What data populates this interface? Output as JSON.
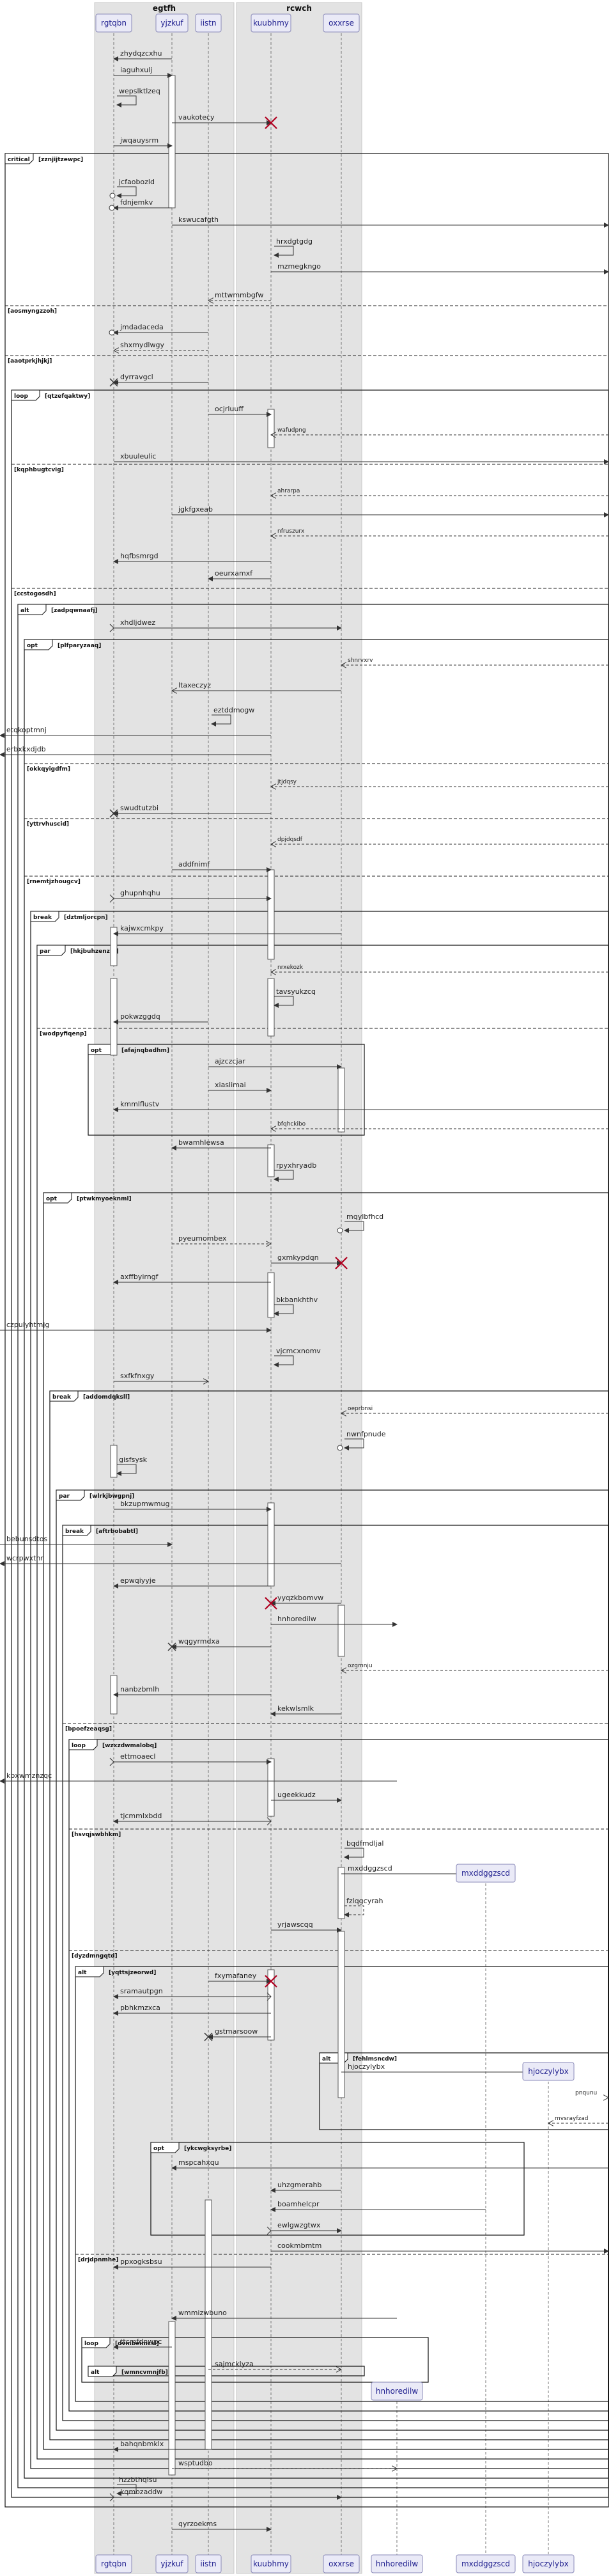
{
  "groups": [
    {
      "label": "egtfh",
      "from": 0,
      "to": 2
    },
    {
      "label": "rcwch",
      "from": 3,
      "to": 4
    }
  ],
  "participants": [
    {
      "label": "rgtqbn"
    },
    {
      "label": "yjzkuf"
    },
    {
      "label": "iistn"
    },
    {
      "label": "kuubhmy"
    },
    {
      "label": "oxxrse"
    },
    {
      "label": "hnhoredilw"
    },
    {
      "label": "mxddggzscd"
    },
    {
      "label": "hjoczylybx"
    }
  ],
  "colors": {
    "participant_fill": "#eaeaf7",
    "participant_border": "#8a8ab8",
    "group_fill": "#e3e3e3",
    "line": "#333333",
    "destroy_mark": "#b00020"
  },
  "messages": [
    {
      "label": "zhydqzcxhu"
    },
    {
      "label": "iaguhxulj"
    },
    {
      "label": "wepslktlzeq"
    },
    {
      "label": "vaukotecy"
    },
    {
      "label": "jwqauysrm"
    },
    {
      "label": "jcfaobozld"
    },
    {
      "label": "fdnjemkv"
    },
    {
      "label": "kswucafgth"
    },
    {
      "label": "hrxdgtgdg"
    },
    {
      "label": "mzmegkngo"
    },
    {
      "label": "mttwmmbgfw"
    },
    {
      "label": "jmdadaceda"
    },
    {
      "label": "shxmydlwgy"
    },
    {
      "label": "dyrravgcl"
    },
    {
      "label": "ocjrluuff"
    },
    {
      "label": "wafudpng"
    },
    {
      "label": "xbuuleulic"
    },
    {
      "label": "ahrarpa"
    },
    {
      "label": "jgkfgxeab"
    },
    {
      "label": "nfruszurx"
    },
    {
      "label": "hqfbsmrgd"
    },
    {
      "label": "oeurxamxf"
    },
    {
      "label": "xhdljdwez"
    },
    {
      "label": "shnrvxrv"
    },
    {
      "label": "ltaxeczyz"
    },
    {
      "label": "eztddmogw"
    },
    {
      "label": "etqkoptmnj"
    },
    {
      "label": "erbxkxdjdb"
    },
    {
      "label": "jtjdqsy"
    },
    {
      "label": "swudtutzbi"
    },
    {
      "label": "dpjdqsdf"
    },
    {
      "label": "addfnimf"
    },
    {
      "label": "ghupnhqhu"
    },
    {
      "label": "kajwxcmkpy"
    },
    {
      "label": "nrxekozk"
    },
    {
      "label": "tavsyukzcq"
    },
    {
      "label": "pokwzggdq"
    },
    {
      "label": "ajzczcjar"
    },
    {
      "label": "xiaslimai"
    },
    {
      "label": "kmmlflustv"
    },
    {
      "label": "bfqhckibo"
    },
    {
      "label": "bwamhlewsa"
    },
    {
      "label": "rpyxhryadb"
    },
    {
      "label": "mqylbfhcd"
    },
    {
      "label": "pyeumombex"
    },
    {
      "label": "gxmkypdqn"
    },
    {
      "label": "axffbyirngf"
    },
    {
      "label": "bkbankhthv"
    },
    {
      "label": "czpulyhtmjg"
    },
    {
      "label": "vjcmcxnomv"
    },
    {
      "label": "sxfkfnxgy"
    },
    {
      "label": "oeprbnsi"
    },
    {
      "label": "nwnfpnude"
    },
    {
      "label": "gisfsysk"
    },
    {
      "label": "bkzupmwmug"
    },
    {
      "label": "bebunsdtos"
    },
    {
      "label": "wcrpwxthr"
    },
    {
      "label": "epwqiyyje"
    },
    {
      "label": "yyqzkbomvw"
    },
    {
      "label": "hnhoredilw"
    },
    {
      "label": "wqgyrmdxa"
    },
    {
      "label": "ozgmnju"
    },
    {
      "label": "nanbzbmlh"
    },
    {
      "label": "kekwlsmlk"
    },
    {
      "label": "ettmoaecl"
    },
    {
      "label": "kbxwmznzqc"
    },
    {
      "label": "ugeekkudz"
    },
    {
      "label": "tjcmmlxbdd"
    },
    {
      "label": "bqdfmdljal"
    },
    {
      "label": "mxddggzscd"
    },
    {
      "label": "fzlqgcyrah"
    },
    {
      "label": "yrjawscqq"
    },
    {
      "label": "fxymafaney"
    },
    {
      "label": "sramautpgn"
    },
    {
      "label": "pbhkmzxca"
    },
    {
      "label": "gstmarsoow"
    },
    {
      "label": "hjoczylybx"
    },
    {
      "label": "pnqunu"
    },
    {
      "label": "mvsrayfzad"
    },
    {
      "label": "mspcahxqu"
    },
    {
      "label": "uhzgmerahb"
    },
    {
      "label": "boamhelcpr"
    },
    {
      "label": "ewlgwzgtwx"
    },
    {
      "label": "cookmbmtm"
    },
    {
      "label": "ppxogksbsu"
    },
    {
      "label": "wmmizwbuno"
    },
    {
      "label": "ttcmfdnwpc"
    },
    {
      "label": "sajmcklyza"
    },
    {
      "label": "bahqnbmklx"
    },
    {
      "label": "wsptudbo"
    },
    {
      "label": "hzzbthqlsu"
    },
    {
      "label": "kqmozaddw"
    },
    {
      "label": "qyrzoekms"
    }
  ],
  "fragments": [
    {
      "kind": "critical",
      "guard": "zznjijtzewpc"
    },
    {
      "kind": "",
      "guard": "aosmyngzzoh"
    },
    {
      "kind": "",
      "guard": "aaotprkjhjkj"
    },
    {
      "kind": "loop",
      "guard": "qtzefqaktwy"
    },
    {
      "kind": "",
      "guard": "kqphbugtcvig"
    },
    {
      "kind": "",
      "guard": "ccstogosdh"
    },
    {
      "kind": "alt",
      "guard": "zadpqwnaafj"
    },
    {
      "kind": "opt",
      "guard": "plfparyzaaq"
    },
    {
      "kind": "",
      "guard": "okkqyigdfm"
    },
    {
      "kind": "",
      "guard": "yttrvhuscid"
    },
    {
      "kind": "",
      "guard": "rnemtjzhougcv"
    },
    {
      "kind": "break",
      "guard": "dztmljorcpn"
    },
    {
      "kind": "par",
      "guard": "hkjbuhzenzrs"
    },
    {
      "kind": "",
      "guard": "wodpyfiqenp"
    },
    {
      "kind": "opt",
      "guard": "afajnqbadhm"
    },
    {
      "kind": "opt",
      "guard": "ptwkmyoeknml"
    },
    {
      "kind": "break",
      "guard": "addomdqksll"
    },
    {
      "kind": "par",
      "guard": "wlrkjbwgpnj"
    },
    {
      "kind": "break",
      "guard": "aftrbobabtl"
    },
    {
      "kind": "",
      "guard": "bpoefzeaqsg"
    },
    {
      "kind": "loop",
      "guard": "wzxzdwmalobq"
    },
    {
      "kind": "",
      "guard": "hsvqjswbhkm"
    },
    {
      "kind": "",
      "guard": "dyzdmngqtd"
    },
    {
      "kind": "alt",
      "guard": "yqttsjzeorwd"
    },
    {
      "kind": "alt",
      "guard": "fehlmsncdw"
    },
    {
      "kind": "opt",
      "guard": "ykcwgksyrbe"
    },
    {
      "kind": "",
      "guard": "drjdpnmhe"
    },
    {
      "kind": "loop",
      "guard": "dvmbeimcsl"
    },
    {
      "kind": "alt",
      "guard": "wmncvmnjfb"
    }
  ]
}
